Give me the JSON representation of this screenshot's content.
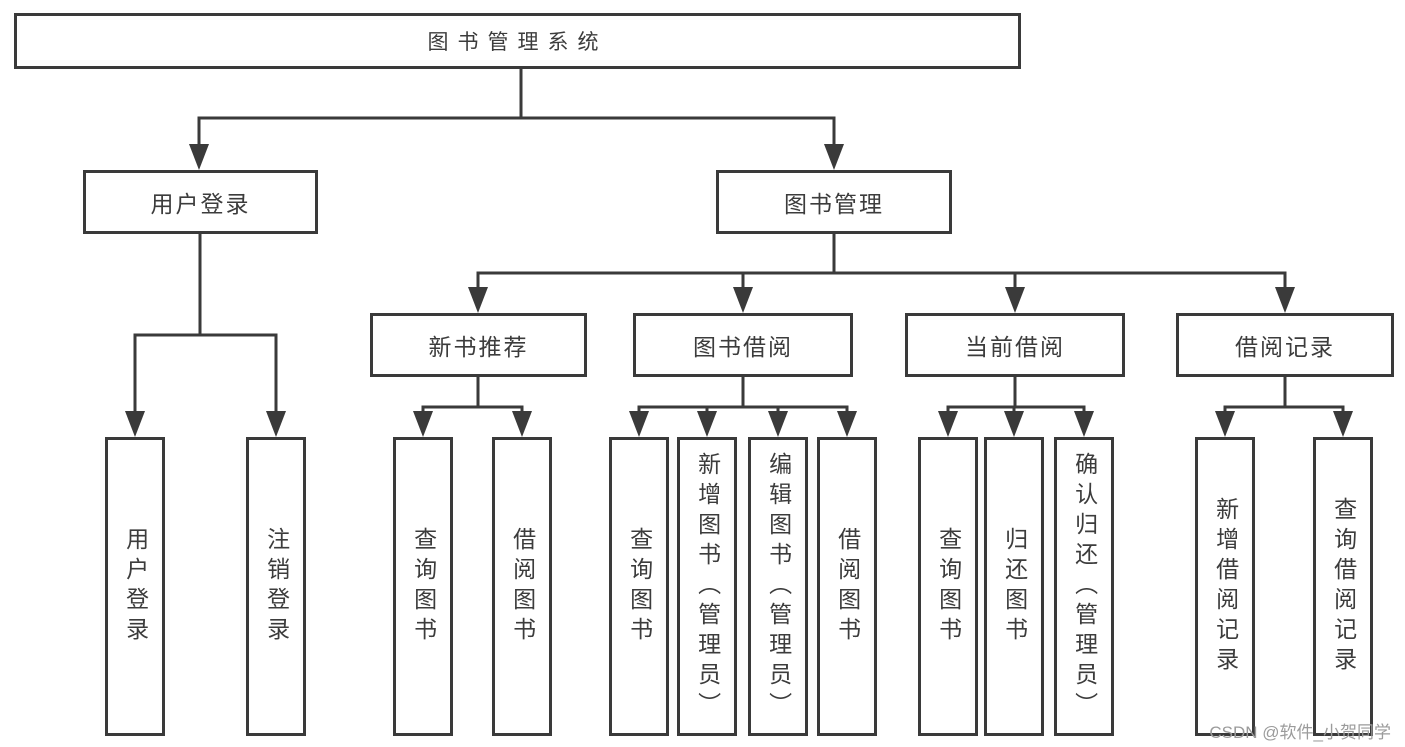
{
  "diagram_title": "图书管理系统",
  "tree": {
    "label": "图书管理系统",
    "children": [
      {
        "label": "用户登录",
        "children": [
          {
            "label": "用户登录"
          },
          {
            "label": "注销登录"
          }
        ]
      },
      {
        "label": "图书管理",
        "children": [
          {
            "label": "新书推荐",
            "children": [
              {
                "label": "查询图书"
              },
              {
                "label": "借阅图书"
              }
            ]
          },
          {
            "label": "图书借阅",
            "children": [
              {
                "label": "查询图书"
              },
              {
                "label": "新增图书（管理员）"
              },
              {
                "label": "编辑图书（管理员）"
              },
              {
                "label": "借阅图书"
              }
            ]
          },
          {
            "label": "当前借阅",
            "children": [
              {
                "label": "查询图书"
              },
              {
                "label": "归还图书"
              },
              {
                "label": "确认归还（管理员）"
              }
            ]
          },
          {
            "label": "借阅记录",
            "children": [
              {
                "label": "新增借阅记录"
              },
              {
                "label": "查询借阅记录"
              }
            ]
          }
        ]
      }
    ]
  },
  "watermark": "CSDN @软件_小贺同学",
  "colors": {
    "line": "#3a3a3a",
    "box_border": "#3a3a3a",
    "text": "#3c3c3c",
    "watermark": "#9b9b9b",
    "background": "#ffffff"
  }
}
